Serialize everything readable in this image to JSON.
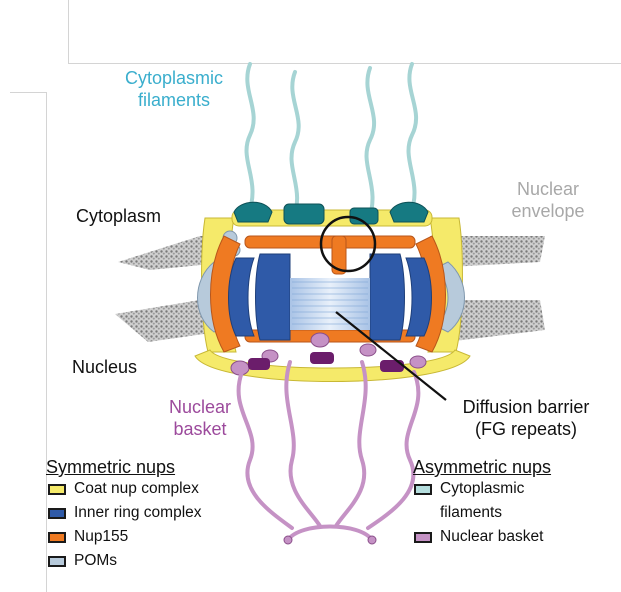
{
  "labels": {
    "cytoplasmic_filaments": [
      "Cytoplasmic",
      "filaments"
    ],
    "nuclear_envelope": [
      "Nuclear",
      "envelope"
    ],
    "cytoplasm": "Cytoplasm",
    "nucleus": "Nucleus",
    "nuclear_basket": [
      "Nuclear",
      "basket"
    ],
    "diffusion_barrier": [
      "Diffusion barrier",
      "(FG repeats)"
    ]
  },
  "legend": {
    "symmetric": {
      "title": "Symmetric nups",
      "items": [
        {
          "label": "Coat nup complex",
          "color": "#f5ea6a"
        },
        {
          "label": "Inner ring complex",
          "color": "#2f5aa8"
        },
        {
          "label": "Nup155",
          "color": "#ef7a22"
        },
        {
          "label": "POMs",
          "color": "#b7cadb"
        }
      ]
    },
    "asymmetric": {
      "title": "Asymmetric nups",
      "items": [
        {
          "label": "Cytoplasmic filaments",
          "label_lines": [
            "Cytoplasmic",
            "filaments"
          ],
          "color": "#b5dede"
        },
        {
          "label": "Nuclear basket",
          "color": "#c592c5"
        }
      ]
    }
  },
  "colors": {
    "coat": "#f5ea6a",
    "inner_ring": "#2f5aa8",
    "nup155": "#ef7a22",
    "poms": "#b7cadb",
    "cyto_filaments": "#a6d4d4",
    "cyto_dark": "#167a82",
    "basket": "#c592c5",
    "basket_dark": "#6b1d6b",
    "membrane": "#8e8e8e",
    "label_cyan": "#3aaecd",
    "label_gray": "#a8a8a8",
    "label_purple": "#9c4a9c"
  }
}
